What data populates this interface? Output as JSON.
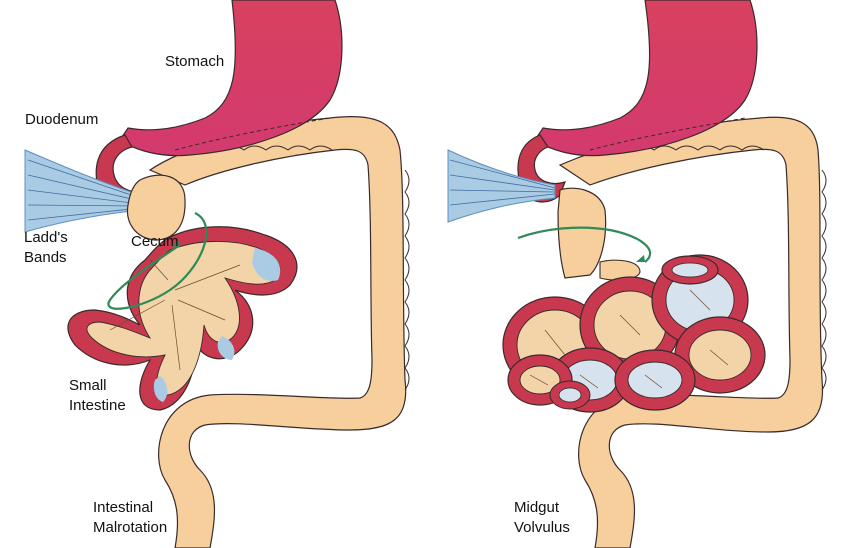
{
  "colors": {
    "stomach": "#c72e58",
    "stomach_fill": "#d9406a",
    "bowel_red": "#c8394f",
    "colon": "#f6cf9c",
    "outline": "#3a2a2a",
    "mesentery": "#f3d3a8",
    "lumen_blue": "#a9cbe4",
    "vessels_blue": "#7fb2dc",
    "twist_green": "#2f8a57"
  },
  "labels": {
    "stomach": "Stomach",
    "duodenum": "Duodenum",
    "ladds_line1": "Ladd's",
    "ladds_line2": "Bands",
    "cecum": "Cecum",
    "small_line1": "Small",
    "small_line2": "Intestine",
    "malrot_line1": "Intestinal",
    "malrot_line2": "Malrotation",
    "volvulus_line1": "Midgut",
    "volvulus_line2": "Volvulus"
  }
}
